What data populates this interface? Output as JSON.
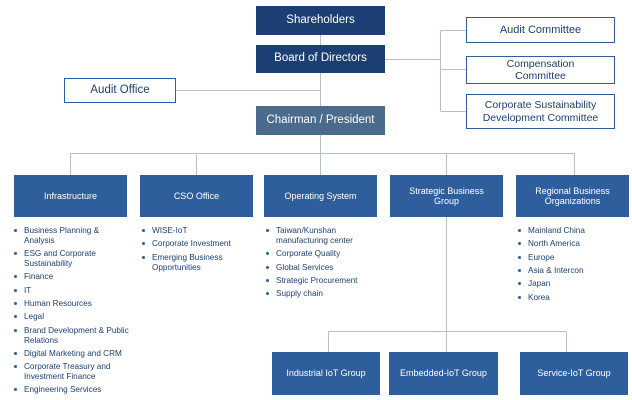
{
  "top": {
    "shareholders": "Shareholders",
    "board": "Board of Directors",
    "chairman": "Chairman / President",
    "audit_office": "Audit Office"
  },
  "committees": [
    "Audit Committee",
    "Compensation Committee",
    "Corporate Sustainability Development Committee"
  ],
  "divisions": [
    {
      "label": "Infrastructure",
      "items": [
        "Business Planning & Analysis",
        "ESG and Corporate Sustainability",
        "Finance",
        "IT",
        "Human Resources",
        "Legal",
        "Brand Development & Public Relations",
        "Digital Marketing and CRM",
        "Corporate Treasury and Investment Finance",
        "Engineering Services"
      ]
    },
    {
      "label": "CSO Office",
      "items": [
        "WISE-IoT",
        "Corporate Investment",
        "Emerging Business Opportunities"
      ]
    },
    {
      "label": "Operating System",
      "items": [
        "Taiwan/Kunshan manufacturing center",
        "Corporate Quality",
        "Global Services",
        "Strategic Procurement",
        "Supply chain"
      ]
    },
    {
      "label": "Strategic Business Group",
      "items": []
    },
    {
      "label": "Regional Business Organizations",
      "items": [
        "Mainland China",
        "North America",
        "Europe",
        "Asia & Intercon",
        "Japan",
        "Korea"
      ]
    }
  ],
  "groups": [
    "Industrial IoT Group",
    "Embedded-IoT Group",
    "Service-IoT Group"
  ]
}
